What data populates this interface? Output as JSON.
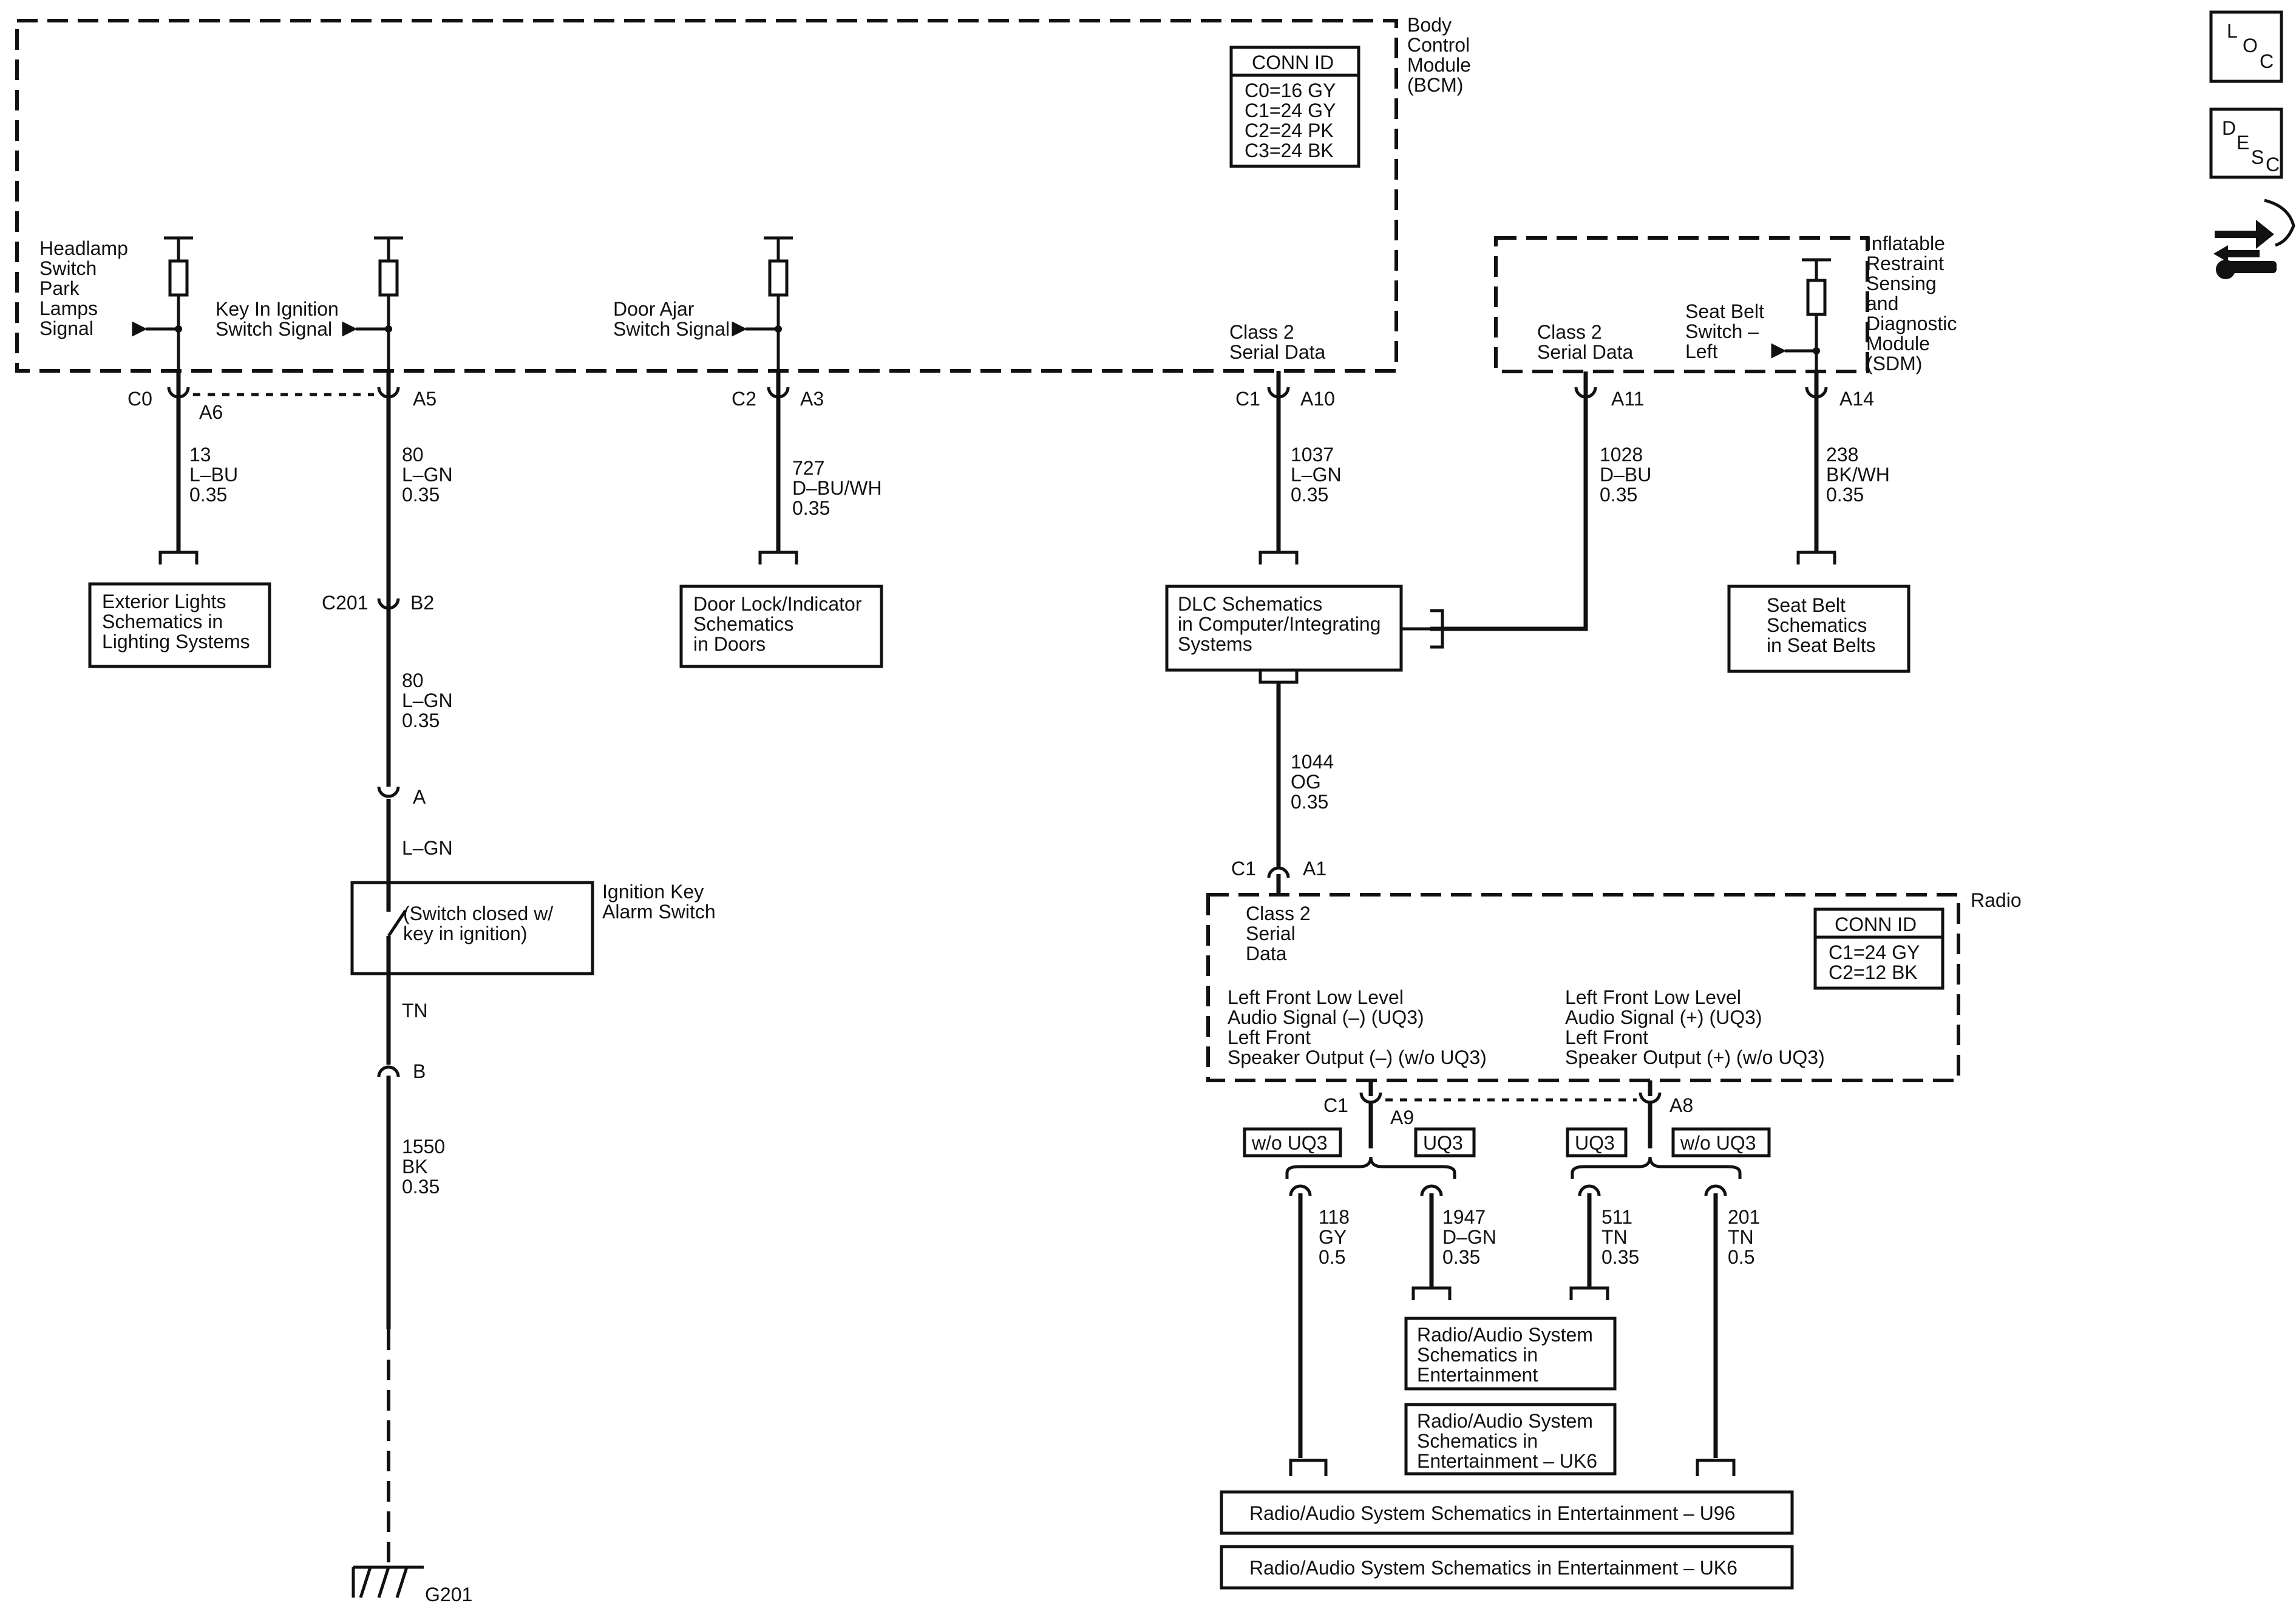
{
  "bcm": {
    "name_lines": [
      "Body",
      "Control",
      "Module",
      "(BCM)"
    ],
    "conn_id_title": "CONN ID",
    "conn_id_lines": [
      "C0=16 GY",
      "C1=24 GY",
      "C2=24 PK",
      "C3=24 BK"
    ],
    "signals": {
      "headlamp": [
        "Headlamp",
        "Switch",
        "Park",
        "Lamps",
        "Signal"
      ],
      "key_in": [
        "Key In Ignition",
        "Switch Signal"
      ],
      "door_ajar": [
        "Door Ajar",
        "Switch Signal"
      ],
      "serial": [
        "Class 2",
        "Serial Data"
      ]
    },
    "pins": {
      "c0": "C0",
      "a6": "A6",
      "a5": "A5",
      "c2": "C2",
      "a3": "A3",
      "c1": "C1",
      "a10": "A10"
    }
  },
  "sdm": {
    "name_lines": [
      "Inflatable",
      "Restraint",
      "Sensing",
      "and",
      "Diagnostic",
      "Module",
      "(SDM)"
    ],
    "serial": [
      "Class 2",
      "Serial Data"
    ],
    "seat_belt": [
      "Seat Belt",
      "Switch –",
      "Left"
    ],
    "pins": {
      "a11": "A11",
      "a14": "A14"
    }
  },
  "wires": {
    "w13": [
      "13",
      "L–BU",
      "0.35"
    ],
    "w80a": [
      "80",
      "L–GN",
      "0.35"
    ],
    "w80b": [
      "80",
      "L–GN",
      "0.35"
    ],
    "w727": [
      "727",
      "D–BU/WH",
      "0.35"
    ],
    "w1037": [
      "1037",
      "L–GN",
      "0.35"
    ],
    "w1028": [
      "1028",
      "D–BU",
      "0.35"
    ],
    "w238": [
      "238",
      "BK/WH",
      "0.35"
    ],
    "w1044": [
      "1044",
      "OG",
      "0.35"
    ],
    "wlgn": "L–GN",
    "wtn": "TN",
    "w1550": [
      "1550",
      "BK",
      "0.35"
    ],
    "w118": [
      "118",
      "GY",
      "0.5"
    ],
    "w1947": [
      "1947",
      "D–GN",
      "0.35"
    ],
    "w511": [
      "511",
      "TN",
      "0.35"
    ],
    "w201": [
      "201",
      "TN",
      "0.5"
    ]
  },
  "refs": {
    "exterior": [
      "Exterior Lights",
      "Schematics in",
      "Lighting Systems"
    ],
    "doorlock": [
      "Door Lock/Indicator",
      "Schematics",
      "in Doors"
    ],
    "dlc": [
      "DLC Schematics",
      "in Computer/Integrating",
      "Systems"
    ],
    "seatbelt": [
      "Seat Belt",
      "Schematics",
      "in Seat Belts"
    ],
    "radio_ent": [
      "Radio/Audio System",
      "Schematics in",
      "Entertainment"
    ],
    "radio_uk6": [
      "Radio/Audio System",
      "Schematics in",
      "Entertainment – UK6"
    ],
    "wide_u96": "Radio/Audio System Schematics in Entertainment – U96",
    "wide_uk6": "Radio/Audio System Schematics in Entertainment – UK6"
  },
  "harness": {
    "c201": "C201",
    "b2": "B2",
    "a": "A",
    "b": "B",
    "g201": "G201"
  },
  "ignition_switch": {
    "name": [
      "Ignition Key",
      "Alarm Switch"
    ],
    "note": [
      "(Switch closed w/",
      "key in ignition)"
    ]
  },
  "radio": {
    "name": "Radio",
    "conn_id_title": "CONN ID",
    "conn_id_lines": [
      "C1=24 GY",
      "C2=12 BK"
    ],
    "serial": [
      "Class 2",
      "Serial",
      "Data"
    ],
    "left_neg": [
      "Left Front Low Level",
      "Audio Signal (–) (UQ3)",
      "Left Front",
      "Speaker Output (–) (w/o UQ3)"
    ],
    "left_pos": [
      "Left Front Low Level",
      "Audio Signal (+) (UQ3)",
      "Left Front",
      "Speaker Output (+) (w/o UQ3)"
    ],
    "pins": {
      "c1_top": "C1",
      "a1": "A1",
      "c1_bot": "C1",
      "a9": "A9",
      "a8": "A8"
    },
    "options": {
      "wo_uq3": "w/o UQ3",
      "uq3": "UQ3"
    }
  },
  "nav_icons": {
    "loc": [
      "L",
      "O",
      "C"
    ],
    "desc": [
      "D",
      "E",
      "S",
      "C"
    ]
  }
}
